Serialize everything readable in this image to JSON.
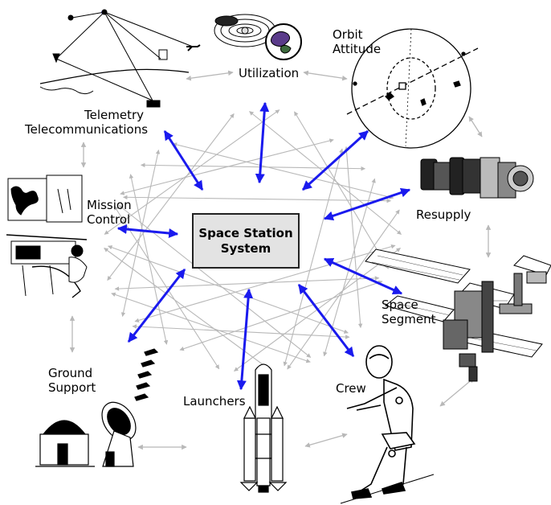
{
  "center": {
    "line1": "Space Station",
    "line2": "System"
  },
  "nodes": {
    "utilization": {
      "label": "Utilization"
    },
    "orbit_attitude": {
      "line1": "Orbit",
      "line2": "Attitude"
    },
    "telemetry": {
      "line1": "Telemetry",
      "line2": "Telecommunications"
    },
    "mission_control": {
      "line1": "Mission",
      "line2": "Control"
    },
    "resupply": {
      "label": "Resupply"
    },
    "space_segment": {
      "line1": "Space",
      "line2": "Segment"
    },
    "ground_support": {
      "line1": "Ground",
      "line2": "Support"
    },
    "launchers": {
      "label": "Launchers"
    },
    "crew": {
      "label": "Crew"
    }
  },
  "colors": {
    "primary_arrow": "#1a1aee",
    "secondary_arrow": "#b8b8b8",
    "box_fill": "#e3e3e3"
  },
  "icons": [
    "satellite-network-icon",
    "solar-system-icon",
    "orbit-diagram-icon",
    "control-room-icon",
    "spacecraft-module-icon",
    "space-station-icon",
    "ground-antenna-icon",
    "rocket-icon",
    "astronaut-icon"
  ]
}
